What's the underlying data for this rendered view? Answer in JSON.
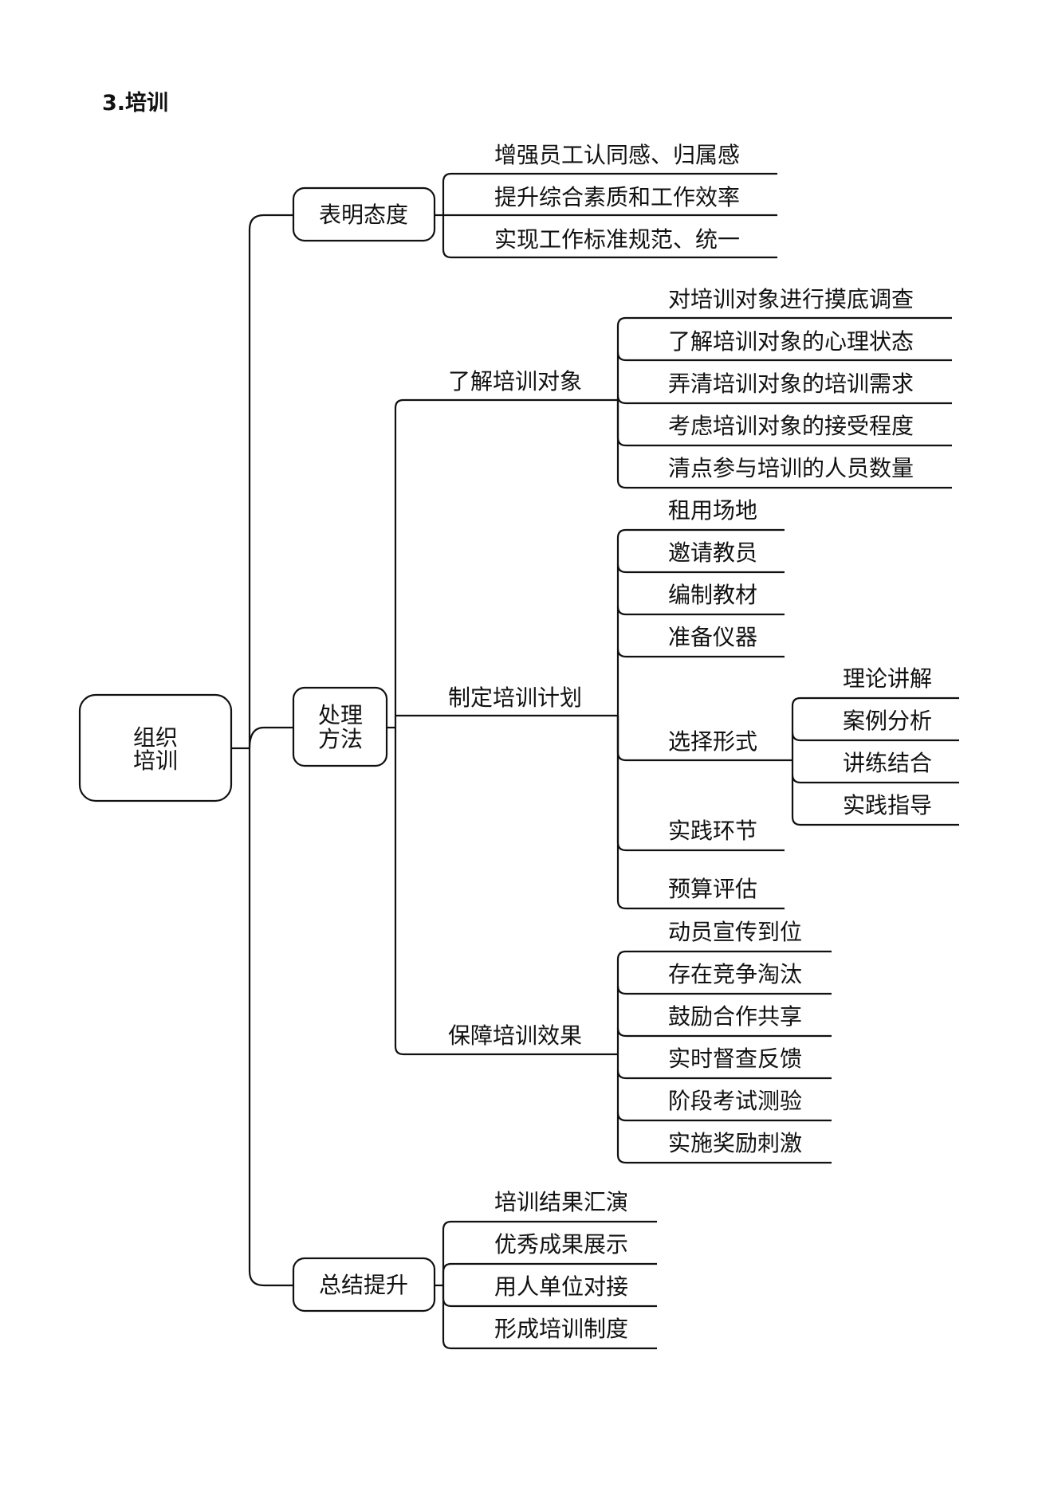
{
  "title": "3.培训",
  "root": {
    "line1": "组织",
    "line2": "培训"
  },
  "branches": {
    "attitude": {
      "label": "表明态度",
      "items": [
        "增强员工认同感、归属感",
        "提升综合素质和工作效率",
        "实现工作标准规范、统一"
      ]
    },
    "method": {
      "line1": "处理",
      "line2": "方法",
      "understand": {
        "label": "了解培训对象",
        "items": [
          "对培训对象进行摸底调查",
          "了解培训对象的心理状态",
          "弄清培训对象的培训需求",
          "考虑培训对象的接受程度",
          "清点参与培训的人员数量"
        ]
      },
      "plan": {
        "label": "制定培训计划",
        "items_top": [
          "租用场地",
          "邀请教员",
          "编制教材",
          "准备仪器"
        ],
        "form": {
          "label": "选择形式",
          "items": [
            "理论讲解",
            "案例分析",
            "讲练结合",
            "实践指导"
          ]
        },
        "items_bottom": [
          "实践环节",
          "预算评估"
        ]
      },
      "effect": {
        "label": "保障培训效果",
        "items": [
          "动员宣传到位",
          "存在竞争淘汰",
          "鼓励合作共享",
          "实时督查反馈",
          "阶段考试测验",
          "实施奖励刺激"
        ]
      }
    },
    "summary": {
      "label": "总结提升",
      "items": [
        "培训结果汇演",
        "优秀成果展示",
        "用人单位对接",
        "形成培训制度"
      ]
    }
  }
}
